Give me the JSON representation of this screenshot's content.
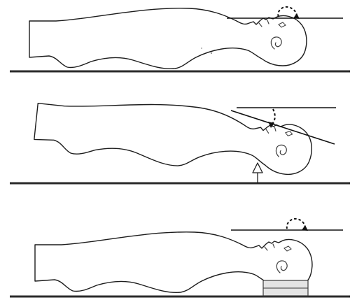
{
  "panels": [
    {
      "position": "supine-flat",
      "head_tilt": "extension",
      "support": "none"
    },
    {
      "position": "supine-neck-lift",
      "head_tilt": "extension",
      "support": "upward-push-under-neck"
    },
    {
      "position": "supine-pillow",
      "head_tilt": "extension",
      "support": "pillow-under-head"
    }
  ],
  "colors": {
    "outline": "#1c1c1c",
    "ground": "#2a2a2a",
    "pillow_fill": "#e4e4e4",
    "background": "#ffffff"
  },
  "icons": {
    "rotation_indicator": "dashed-arc-icon",
    "lift_indicator": "up-arrow-icon"
  }
}
